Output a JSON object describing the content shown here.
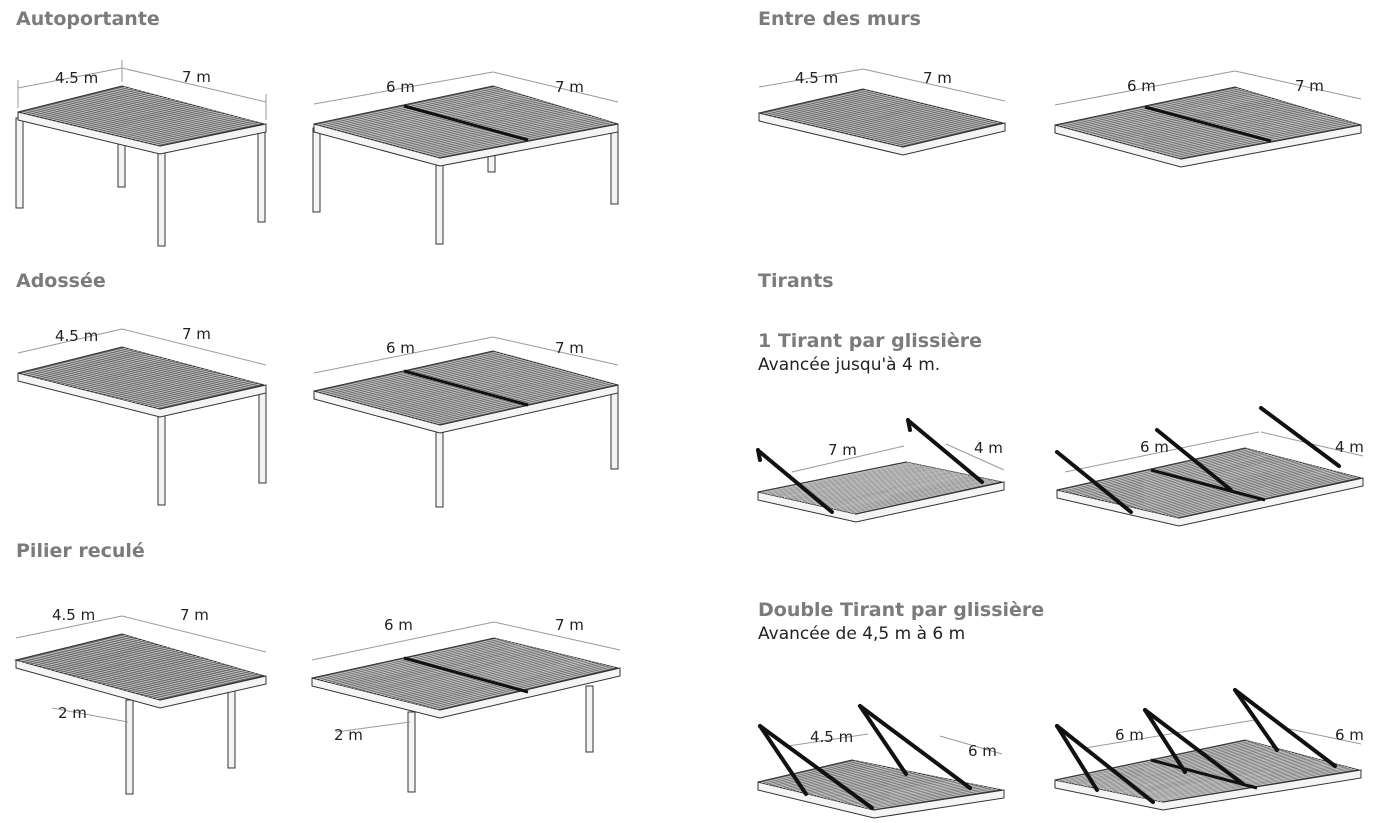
{
  "sections": {
    "autoportante": "Autoportante",
    "entre_murs": "Entre des murs",
    "adossee": "Adossée",
    "tirants": "Tirants",
    "pilier_recule": "Pilier reculé"
  },
  "tirants": {
    "single_title": "1 Tirant par glissière",
    "single_text": "Avancée jusqu'à 4 m.",
    "double_title": "Double Tirant par glissière",
    "double_text": "Avancée de 4,5 m à 6 m"
  },
  "dims": {
    "w45": "4.5 m",
    "w7": "7 m",
    "w6": "6 m",
    "w4": "4 m",
    "w2": "2 m",
    "w45c": "4.5 m"
  },
  "colors": {
    "heading": "#7b7b7b",
    "roof": "#6a6a6a",
    "frame": "#f4f4f4"
  }
}
